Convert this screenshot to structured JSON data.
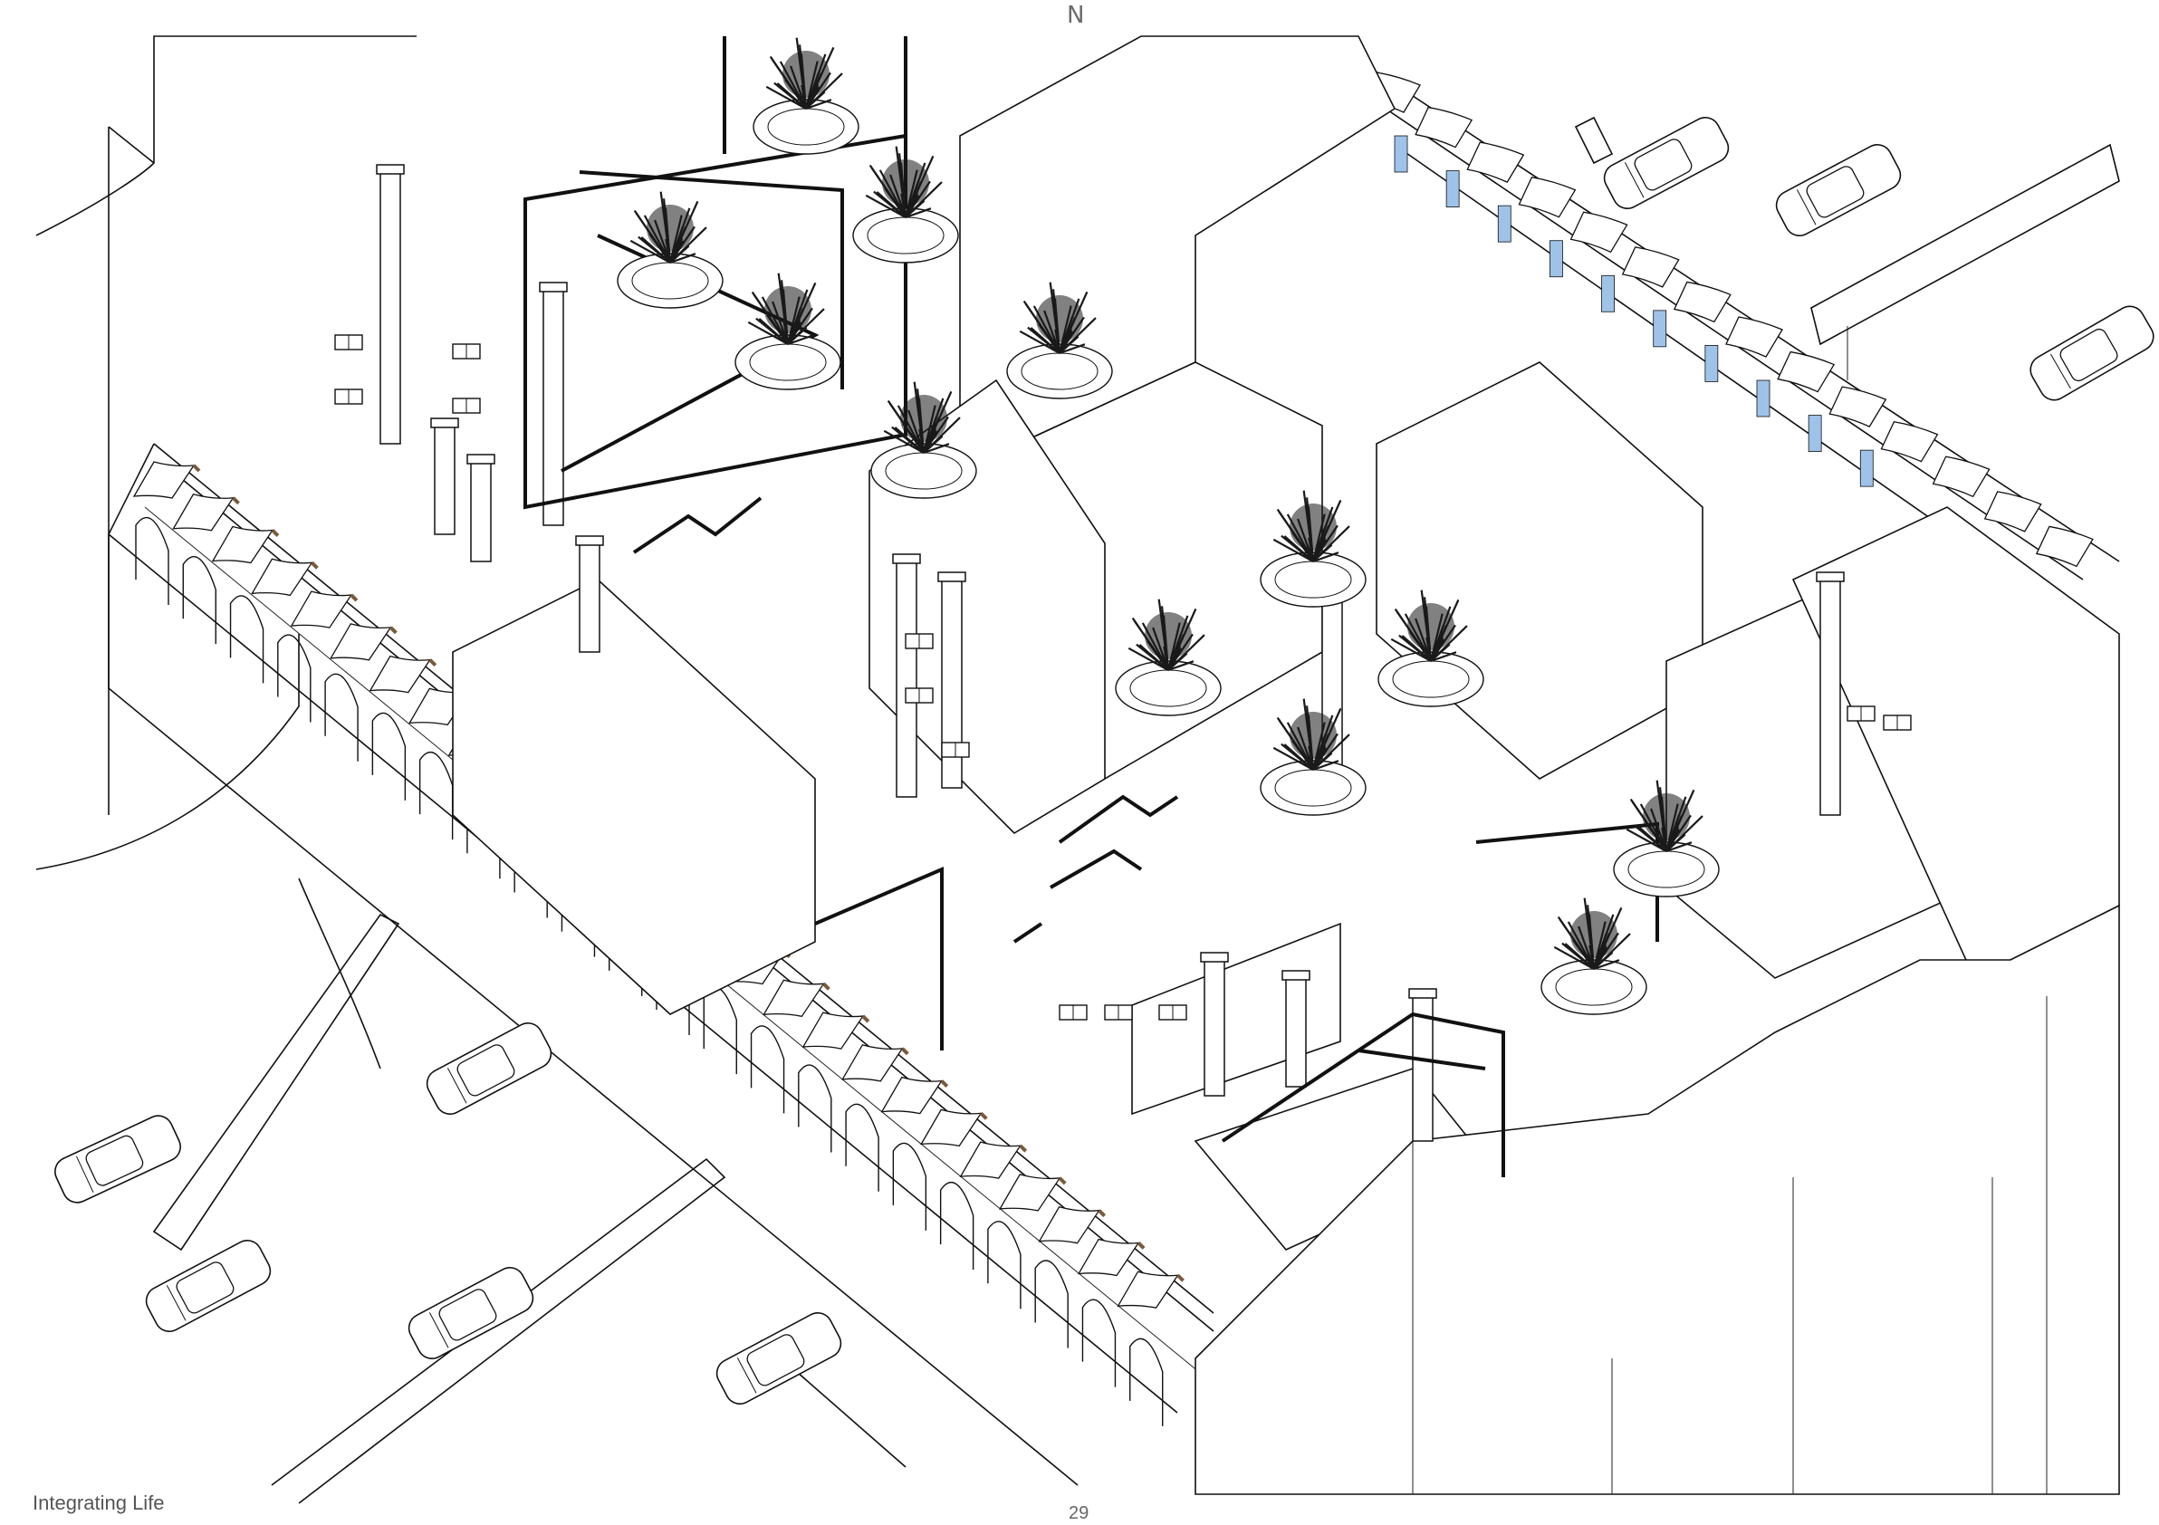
{
  "page": {
    "north_marker": "N",
    "footer_title": "Integrating Life",
    "page_number": "29"
  },
  "colors": {
    "line": "#111111",
    "background": "#ffffff",
    "tree": "#1a1a1a",
    "window_blue": "#9fc3e8",
    "canopy_wood": "#7a5a3a"
  }
}
